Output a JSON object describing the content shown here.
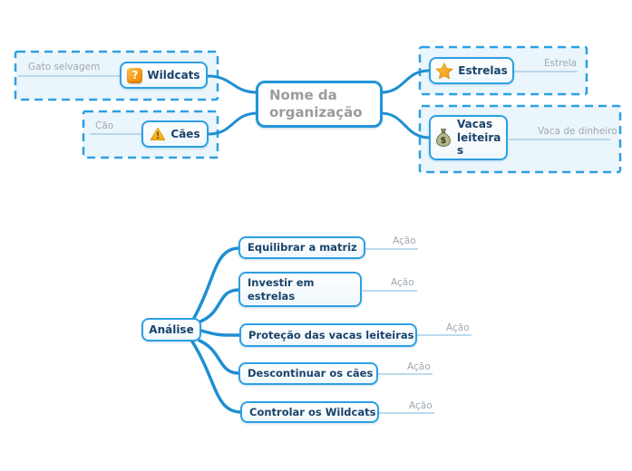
{
  "app": {
    "name": "Mind map canvas"
  },
  "colors": {
    "accent_blue": "#2da0e2",
    "branch_blue": "#1f8fd2",
    "selection_fill": "#ddeffa",
    "node_text": "#1b4369",
    "root_text": "#9b9b9b",
    "note_text": "#a0a8b2",
    "note_line": "#a9cfe7",
    "icon_orange": "#f59c13",
    "icon_yellow": "#ffd24a"
  },
  "icons": {
    "question_glyph": "?",
    "warning_glyph": "!",
    "money_glyph": "$"
  },
  "top_map": {
    "root": {
      "text": "Nome da organização"
    },
    "topics": [
      {
        "label": "Wildcats",
        "icon": "question-icon",
        "note": "Gato selvagem"
      },
      {
        "label": "Cães",
        "icon": "warning-icon",
        "note": "Cão"
      },
      {
        "label": "Estrelas",
        "icon": "star-icon",
        "note": "Estrela"
      },
      {
        "label": "Vacas leiteiras",
        "icon": "moneybag-icon",
        "note": "Vaca de dinheiro"
      }
    ]
  },
  "bottom_map": {
    "root": {
      "text": "Análise"
    },
    "topics": [
      {
        "label": "Equilibrar a matriz",
        "note": "Ação"
      },
      {
        "label": "Investir em estrelas",
        "note": "Ação"
      },
      {
        "label": "Proteção das vacas leiteiras",
        "note": "Ação"
      },
      {
        "label": "Descontinuar os cães",
        "note": "Ação"
      },
      {
        "label": "Controlar os Wildcats",
        "note": "Ação"
      }
    ]
  }
}
